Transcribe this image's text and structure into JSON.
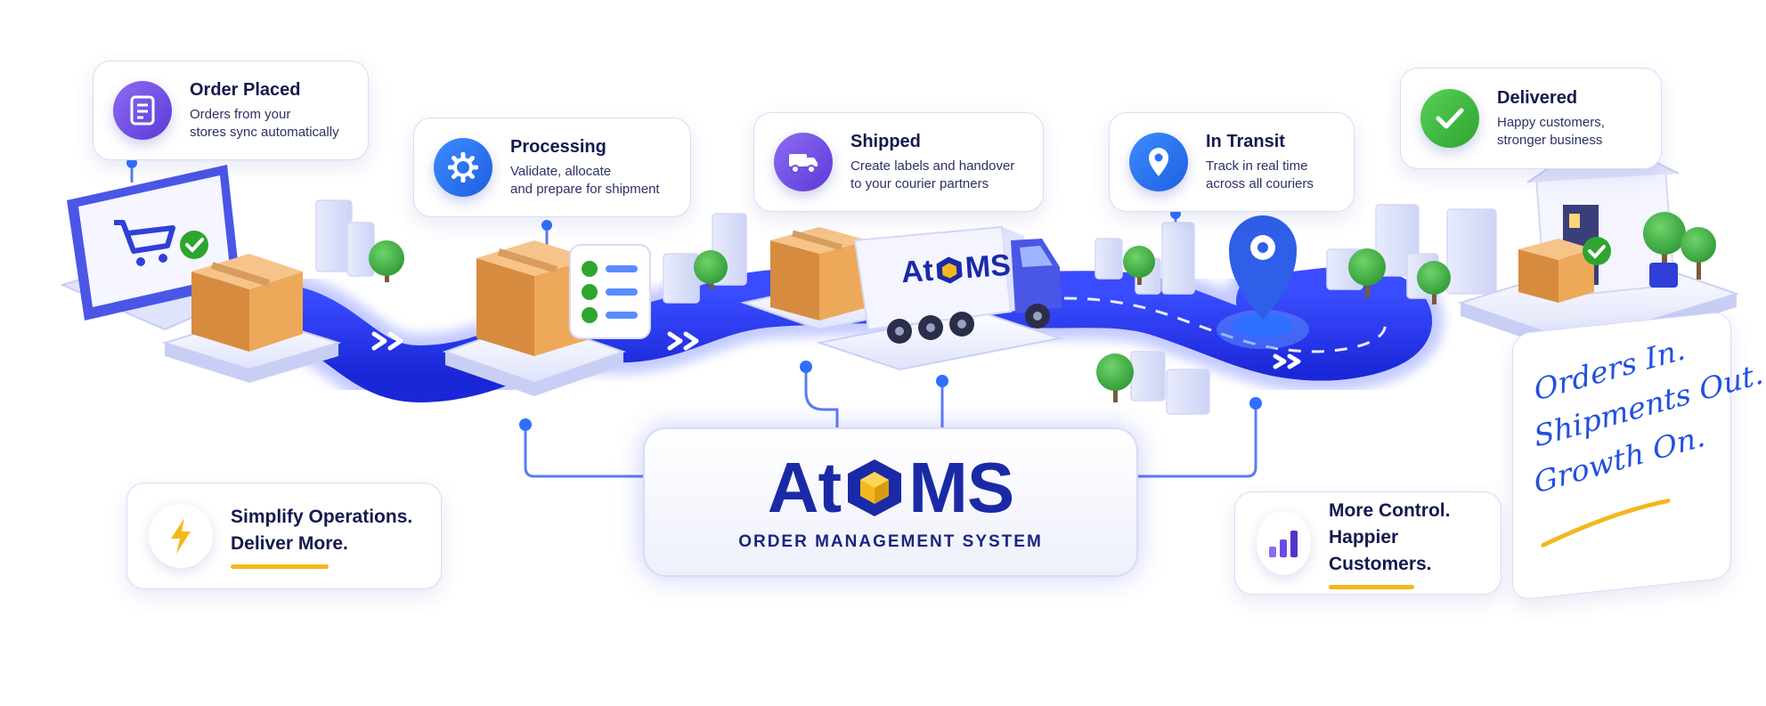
{
  "steps": [
    {
      "title": "Order Placed",
      "line1": "Orders from your",
      "line2": "stores sync automatically",
      "icon": "clipboard-icon",
      "color": "#6b4ae6"
    },
    {
      "title": "Processing",
      "line1": "Validate, allocate",
      "line2": "and prepare for shipment",
      "icon": "gear-icon",
      "color": "#2f6fff"
    },
    {
      "title": "Shipped",
      "line1": "Create labels and handover",
      "line2": "to your courier partners",
      "icon": "truck-icon",
      "color": "#6b4ae6"
    },
    {
      "title": "In Transit",
      "line1": "Track in real time",
      "line2": "across all couriers",
      "icon": "location-pin-icon",
      "color": "#2f6fff"
    },
    {
      "title": "Delivered",
      "line1": "Happy customers,",
      "line2": "stronger business",
      "icon": "checkmark-icon",
      "color": "#3cba3c"
    }
  ],
  "center": {
    "logo_left": "At",
    "logo_right": "MS",
    "subtitle": "ORDER MANAGEMENT SYSTEM"
  },
  "truck": {
    "logo_left": "At",
    "logo_right": "MS"
  },
  "bottom_left": {
    "line1": "Simplify Operations.",
    "line2": "Deliver More.",
    "icon": "lightning-icon"
  },
  "bottom_right": {
    "line1": "More Control.",
    "line2": "Happier Customers.",
    "icon": "bar-chart-icon"
  },
  "tagline": {
    "line1": "Orders In.",
    "line2": "Shipments Out.",
    "line3": "Growth On."
  },
  "colors": {
    "road": "#2c3ce8",
    "brand": "#1a2aa6",
    "accent": "#f4b71c",
    "box": "#e9a65c"
  }
}
